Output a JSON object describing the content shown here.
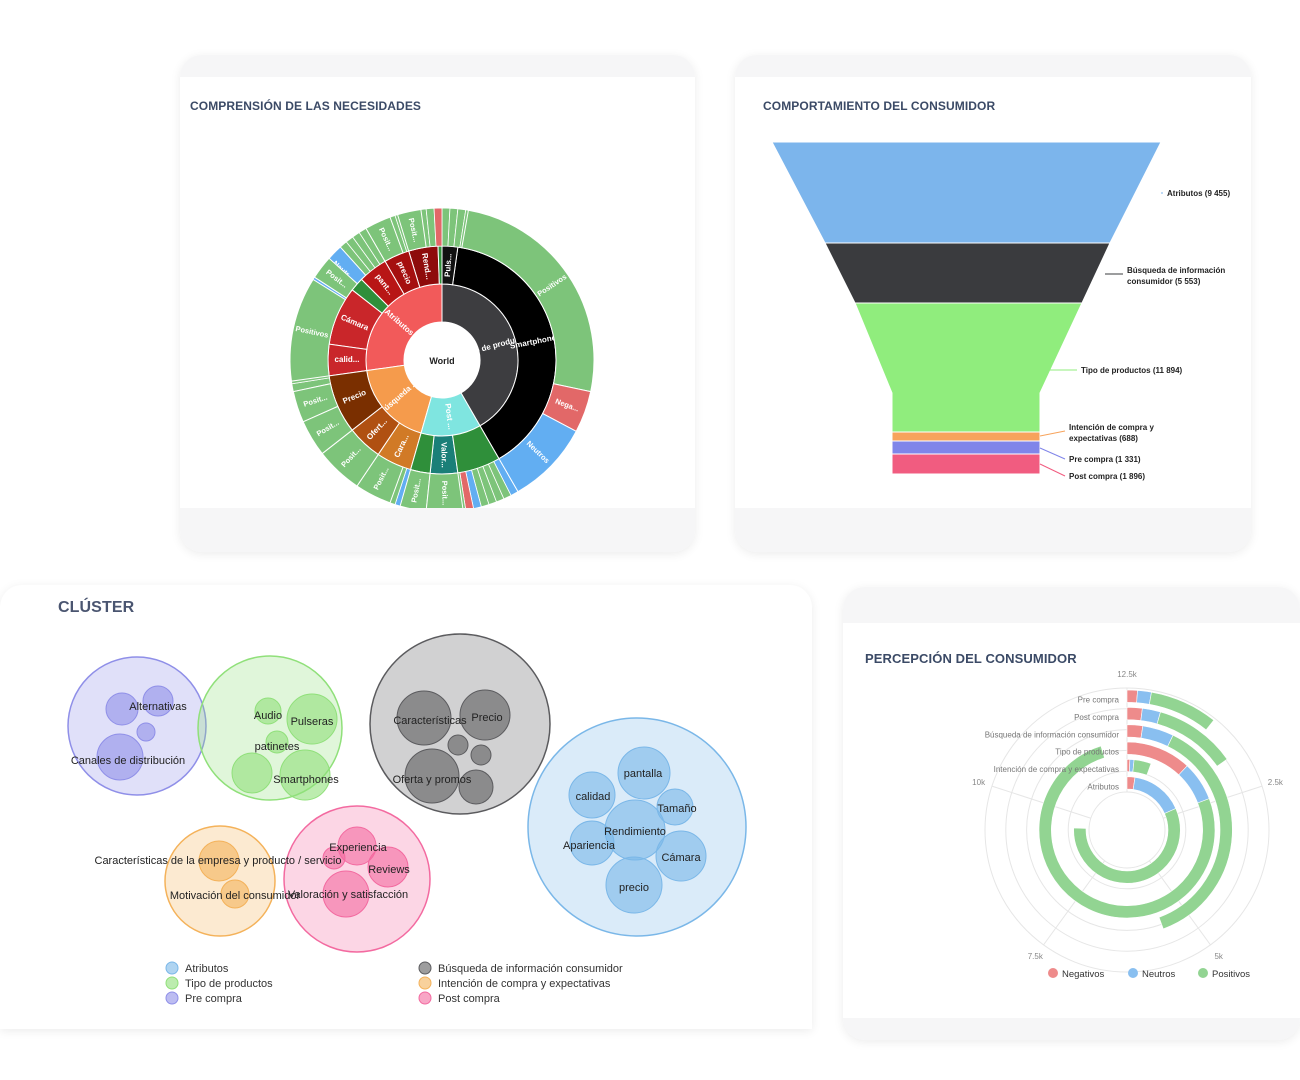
{
  "cards": {
    "needs": {
      "title": "COMPRENSIÓN DE LAS NECESIDADES"
    },
    "behavior": {
      "title": "COMPORTAMIENTO DEL CONSUMIDOR"
    },
    "cluster": {
      "title": "CLÚSTER"
    },
    "perception": {
      "title": "PERCEPCIÓN DEL CONSUMIDOR"
    }
  },
  "chart_data": [
    {
      "type": "sunburst",
      "root": "World",
      "rings": {
        "level1": [
          {
            "label": "Tipo de productos",
            "color": "#3d3d40"
          },
          {
            "label": "Atributos",
            "color": "#f25a5a"
          },
          {
            "label": "Búsqueda ...",
            "color": "#f59b4c"
          },
          {
            "label": "Post ...",
            "color": "#7fe5e0"
          }
        ],
        "level2": [
          {
            "label": "Smartphones",
            "color": "#000000"
          },
          {
            "label": "Puls...",
            "color": "#111111"
          },
          {
            "label": "Rend...",
            "color": "#8e0b0b"
          },
          {
            "label": "precio",
            "color": "#a50f0f"
          },
          {
            "label": "pant...",
            "color": "#b81616"
          },
          {
            "label": "Cámara",
            "color": "#c9262a"
          },
          {
            "label": "calid...",
            "color": "#c9262a"
          },
          {
            "label": "Precio",
            "color": "#7a2f00"
          },
          {
            "label": "Ofert...",
            "color": "#b05011"
          },
          {
            "label": "Cara...",
            "color": "#d17a26"
          },
          {
            "label": "Valor...",
            "color": "#1a7f78"
          }
        ],
        "level3": [
          {
            "label": "Positivos",
            "color": "#7dc47a"
          },
          {
            "label": "Nega...",
            "color": "#e26868"
          },
          {
            "label": "Neutros",
            "color": "#62aef2"
          },
          {
            "label": "Posit...",
            "color": "#7dc47a"
          },
          {
            "label": "Positivos",
            "color": "#7dc47a"
          },
          {
            "label": "Neutr...",
            "color": "#62aef2"
          },
          {
            "label": "Posit...",
            "color": "#7dc47a"
          },
          {
            "label": "Posit...",
            "color": "#7dc47a"
          },
          {
            "label": "Posit...",
            "color": "#7dc47a"
          },
          {
            "label": "Posit...",
            "color": "#7dc47a"
          },
          {
            "label": "Posit...",
            "color": "#7dc47a"
          },
          {
            "label": "Posit...",
            "color": "#7dc47a"
          },
          {
            "label": "Posit...",
            "color": "#7dc47a"
          },
          {
            "label": "Posit...",
            "color": "#7dc47a"
          }
        ]
      }
    },
    {
      "type": "funnel",
      "stages": [
        {
          "label": "Atributos (9 455)",
          "value": 9455,
          "color": "#7cb5ec"
        },
        {
          "label": "Búsqueda de información consumidor (5 553)",
          "value": 5553,
          "color": "#3a3b3e"
        },
        {
          "label": "Tipo de productos (11 894)",
          "value": 11894,
          "color": "#90ed7d"
        },
        {
          "label": "Intención de compra y expectativas (688)",
          "value": 688,
          "color": "#f7a35c"
        },
        {
          "label": "Pre compra (1 331)",
          "value": 1331,
          "color": "#8085e9"
        },
        {
          "label": "Post compra (1 896)",
          "value": 1896,
          "color": "#f15c80"
        }
      ]
    },
    {
      "type": "packed-bubble",
      "groups": [
        {
          "name": "Pre compra",
          "color": "#8f8fe8",
          "items": [
            "Alternativas",
            "Canales de distribución"
          ]
        },
        {
          "name": "Tipo de productos",
          "color": "#90e07a",
          "items": [
            "Audio",
            "Pulseras",
            "patinetes",
            "Smartphones"
          ]
        },
        {
          "name": "Búsqueda de información consumidor",
          "color": "#5b5b5e",
          "items": [
            "Características",
            "Precio",
            "Oferta y promos"
          ]
        },
        {
          "name": "Atributos",
          "color": "#7ab7e8",
          "items": [
            "pantalla",
            "calidad",
            "Tamaño",
            "Rendimiento",
            "Apariencia",
            "Cámara",
            "precio"
          ]
        },
        {
          "name": "Intención de compra y expectativas",
          "color": "#f4b25a",
          "items": [
            "Características de la empresa y producto / servicio",
            "Motivación del consumidor"
          ]
        },
        {
          "name": "Post compra",
          "color": "#f36aa0",
          "items": [
            "Experiencia",
            "Reviews",
            "Valoración y satisfacción"
          ]
        }
      ],
      "legend": [
        "Atributos",
        "Tipo de productos",
        "Pre compra",
        "Búsqueda de información consumidor",
        "Intención de compra y expectativas",
        "Post compra"
      ]
    },
    {
      "type": "radial-stacked-bar",
      "categories": [
        "Pre compra",
        "Post compra",
        "Búsqueda de información consumidor",
        "Tipo de productos",
        "Intención de compra y expectativas",
        "Atributos"
      ],
      "series": [
        {
          "name": "Negativos",
          "color": "#ee8b8b",
          "values": [
            150,
            250,
            300,
            1500,
            80,
            300
          ]
        },
        {
          "name": "Neutros",
          "color": "#89bff0",
          "values": [
            200,
            300,
            600,
            900,
            120,
            2000
          ]
        },
        {
          "name": "Positivos",
          "color": "#92d492",
          "values": [
            980,
            1350,
            4650,
            9500,
            490,
            7150
          ]
        }
      ],
      "axis_max": 12500,
      "axis_ticks": [
        "2.5k",
        "5k",
        "7.5k",
        "10k",
        "12.5k"
      ],
      "legend_position": "bottom"
    }
  ]
}
